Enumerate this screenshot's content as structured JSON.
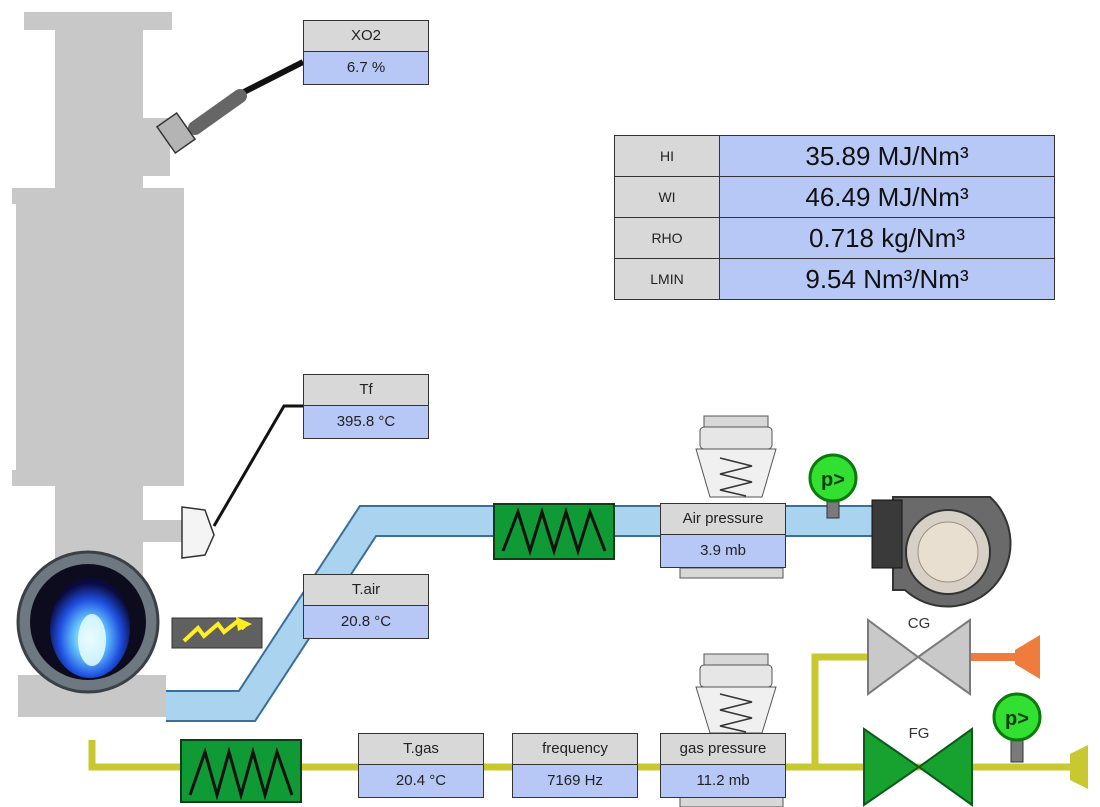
{
  "tags": {
    "xo2": {
      "label": "XO2",
      "value": "6.7 %"
    },
    "tf": {
      "label": "Tf",
      "value": "395.8 °C"
    },
    "tair": {
      "label": "T.air",
      "value": "20.8 °C"
    },
    "air_pressure": {
      "label": "Air pressure",
      "value": "3.9 mb"
    },
    "tgas": {
      "label": "T.gas",
      "value": "20.4 °C"
    },
    "frequency": {
      "label": "frequency",
      "value": "7169 Hz"
    },
    "gas_pressure": {
      "label": "gas pressure",
      "value": "11.2 mb"
    }
  },
  "gas_properties": [
    {
      "name": "HI",
      "value": "35.89 MJ/Nm³"
    },
    {
      "name": "WI",
      "value": "46.49 MJ/Nm³"
    },
    {
      "name": "RHO",
      "value": "0.718 kg/Nm³"
    },
    {
      "name": "LMIN",
      "value": "9.54 Nm³/Nm³"
    }
  ],
  "valves": {
    "cg": "CG",
    "fg": "FG"
  },
  "gauge_symbol": "p>",
  "colors": {
    "air_line": "#a9d3ef",
    "gas_line": "#c8c831",
    "heater": "#0f9a36",
    "valve_fg": "#17a12f",
    "valve_cg": "#c9c9c9",
    "orange_line": "#ef7b3d",
    "furnace": "#c8c8c8",
    "tag_value_bg": "#b7c8f6",
    "tag_label_bg": "#d8d8d8",
    "flame": "#2a6cff",
    "spark": "#ffee22"
  }
}
